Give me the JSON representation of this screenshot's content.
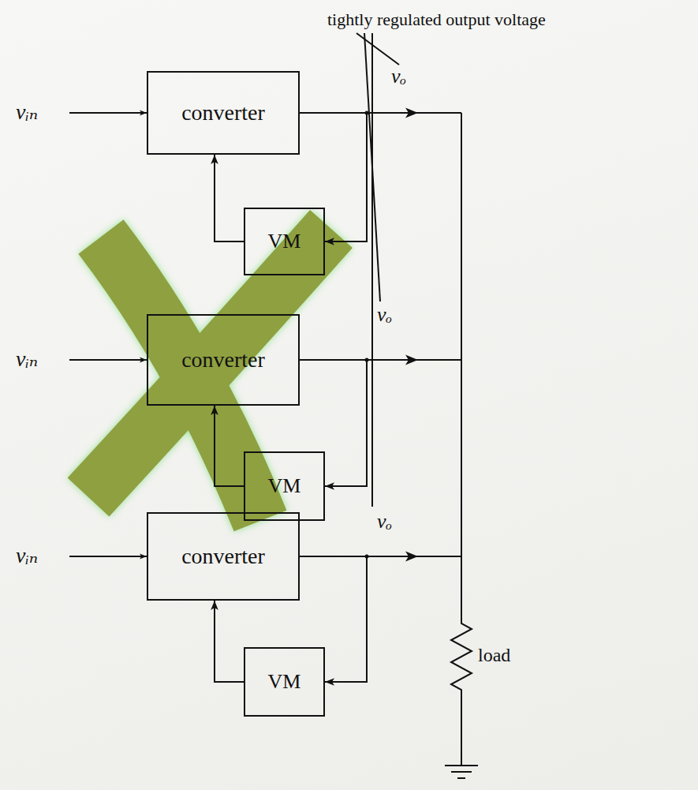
{
  "diagram": {
    "nodes": [
      {
        "text": [
          "converter"
        ]
      },
      {
        "text": [
          "VM"
        ]
      },
      {
        "text": [
          "converter"
        ]
      },
      {
        "text": [
          "VM"
        ]
      },
      {
        "text": [
          "converter"
        ]
      },
      {
        "text": [
          "VM"
        ]
      }
    ],
    "edges": [
      {
        "from": 0,
        "to": 1,
        "arrow": "to"
      },
      {
        "from": 1,
        "to": 0,
        "arrow": "to"
      },
      {
        "from": 2,
        "to": 3,
        "arrow": "to"
      },
      {
        "from": 3,
        "to": 2,
        "arrow": "to"
      },
      {
        "from": 4,
        "to": 5,
        "arrow": "to"
      },
      {
        "from": 5,
        "to": 4,
        "arrow": "to"
      }
    ],
    "labels": [
      "tightly regulated output voltage",
      "vₒ",
      "vₒ",
      "vₒ",
      "vᵢₙ",
      "vᵢₙ",
      "vᵢₙ",
      "load"
    ]
  }
}
